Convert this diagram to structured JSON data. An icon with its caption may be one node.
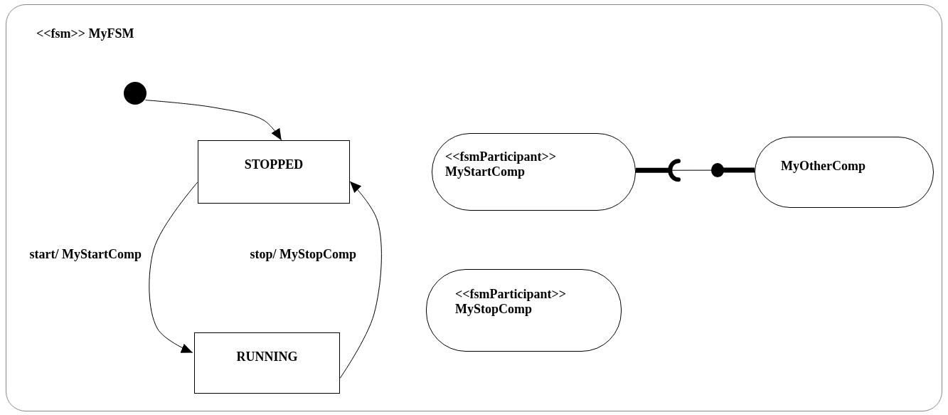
{
  "diagram": {
    "nodes": [
      {
        "text": [
          "<<fsm>> MyFSM"
        ]
      },
      {
        "text": [],
        "shape": "circle",
        "in": 0
      },
      {
        "text": [
          "STOPPED"
        ],
        "in": 0
      },
      {
        "text": [
          "RUNNING"
        ],
        "in": 0
      },
      {
        "text": [
          "<<fsmParticipant>>",
          "MyStartComp"
        ],
        "in": 0
      },
      {
        "text": [
          "<<fsmParticipant>>",
          "MyStopComp"
        ],
        "in": 0
      },
      {
        "text": [
          "MyOtherComp"
        ],
        "in": 0
      }
    ],
    "edges": [
      {
        "from": 1,
        "to": 2,
        "arrow": "to"
      },
      {
        "from": 2,
        "to": 3,
        "arrow": "to",
        "label": "start/ MyStartComp"
      },
      {
        "from": 3,
        "to": 2,
        "arrow": "to",
        "label": "stop/ MyStopComp"
      },
      {
        "from": 4,
        "to": 6,
        "arrow": "other"
      }
    ]
  }
}
